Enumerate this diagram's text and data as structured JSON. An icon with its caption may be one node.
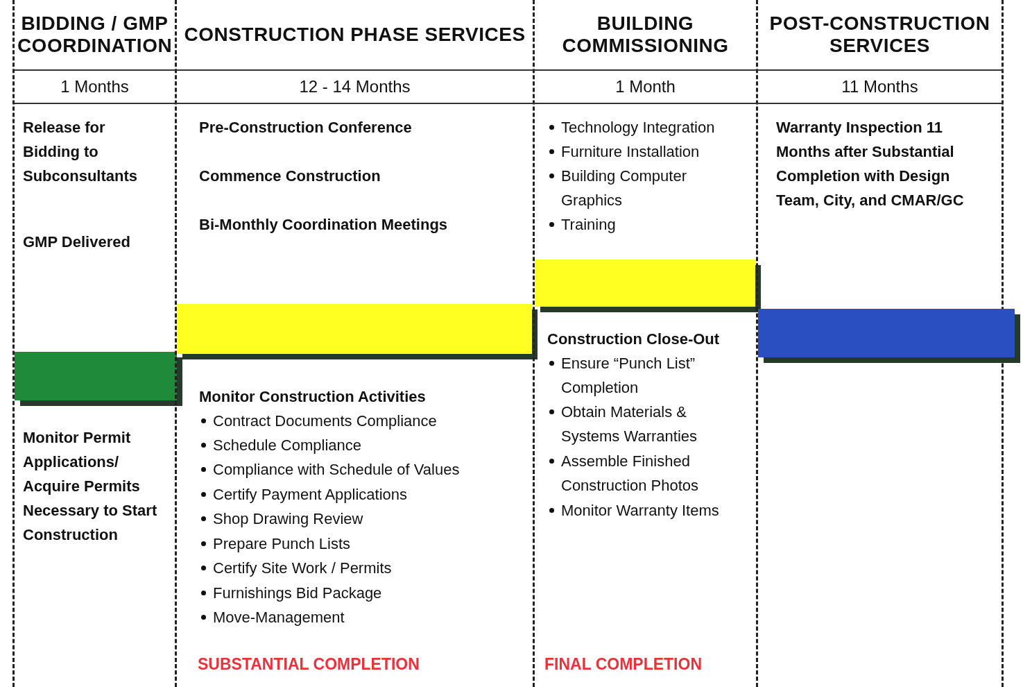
{
  "diagram": {
    "nodes": [
      {
        "text": [
          "BIDDING / GMP COORDINATION",
          "1 Months",
          "Release for Bidding to Subconsultants",
          "GMP Delivered",
          "Monitor Permit Applications/ Acquire Permits Necessary to Start Construction"
        ]
      },
      {
        "text": [],
        "shape": "bar",
        "in": 0
      },
      {
        "text": [
          "CONSTRUCTION PHASE SERVICES",
          "12 - 14 Months",
          "Pre-Construction Conference",
          "Commence Construction",
          "Bi-Monthly Coordination Meetings",
          "Monitor Construction Activities",
          "Contract Documents Compliance",
          "Schedule Compliance",
          "Compliance with Schedule of Values",
          "Certify Payment Applications",
          "Shop Drawing Review",
          "Prepare Punch Lists",
          "Certify Site Work / Permits",
          "Furnishings Bid Package",
          "Move-Management",
          "SUBSTANTIAL COMPLETION"
        ]
      },
      {
        "text": [],
        "shape": "bar",
        "in": 2
      },
      {
        "text": [
          "BUILDING COMMISSIONING",
          "1 Month",
          "Technology Integration",
          "Furniture Installation",
          "Building Computer Graphics",
          "Training",
          "Construction Close-Out",
          "Ensure “Punch List” Completion",
          "Obtain Materials & Systems Warranties",
          "Assemble Finished Construction Photos",
          "Monitor Warranty Items",
          "FINAL COMPLETION"
        ]
      },
      {
        "text": [],
        "shape": "bar",
        "in": 4
      },
      {
        "text": [
          "POST-CONSTRUCTION SERVICES",
          "11 Months",
          "Warranty Inspection 11 Months after Substantial Completion with Design Team, City, and CMAR/GC"
        ]
      },
      {
        "text": [],
        "shape": "bar",
        "in": 6
      }
    ],
    "edges": []
  }
}
